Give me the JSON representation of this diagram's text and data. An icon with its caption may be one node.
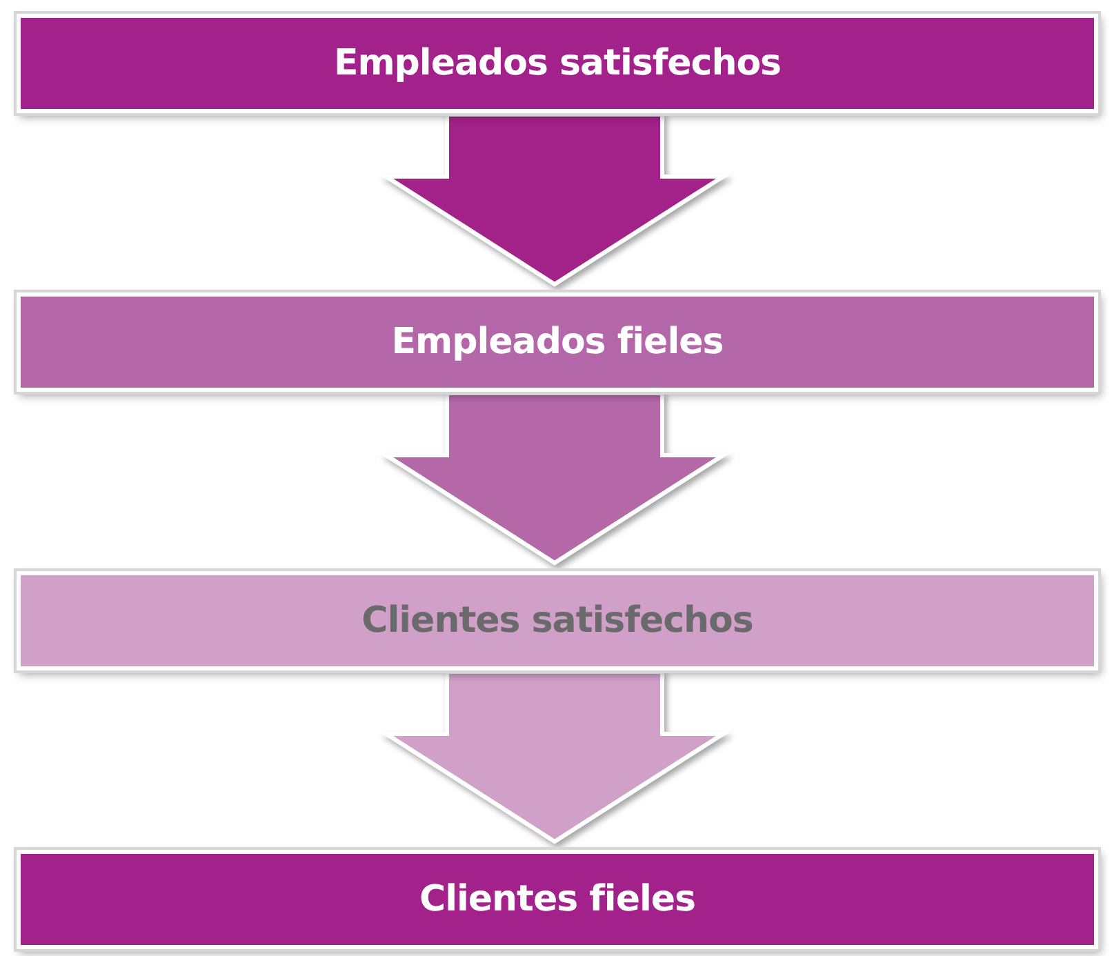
{
  "diagram": {
    "nodes": [
      {
        "text": [
          "Empleados satisfechos"
        ]
      },
      {
        "text": [
          "Empleados fieles"
        ]
      },
      {
        "text": [
          "Clientes satisfechos"
        ]
      },
      {
        "text": [
          "Clientes fieles"
        ]
      }
    ],
    "edges": [
      {
        "from": 0,
        "to": 1,
        "arrow": "to",
        "color": "#a3218a"
      },
      {
        "from": 1,
        "to": 2,
        "arrow": "to",
        "color": "#b467a8"
      },
      {
        "from": 2,
        "to": 3,
        "arrow": "to",
        "color": "#d0a0c8"
      }
    ]
  }
}
